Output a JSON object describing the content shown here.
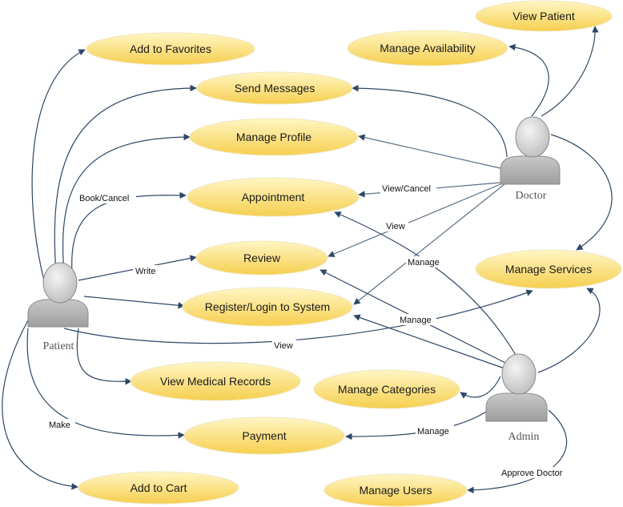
{
  "use_cases": {
    "view_patient": "View Patient",
    "add_to_favorites": "Add to Favorites",
    "manage_availability": "Manage Availability",
    "send_messages": "Send Messages",
    "manage_profile": "Manage Profile",
    "appointment": "Appointment",
    "review": "Review",
    "manage_services": "Manage Services",
    "register_login": "Register/Login to System",
    "view_medical_records": "View Medical Records",
    "manage_categories": "Manage Categories",
    "payment": "Payment",
    "add_to_cart": "Add to Cart",
    "manage_users": "Manage Users"
  },
  "actors": {
    "patient": "Patient",
    "doctor": "Doctor",
    "admin": "Admin"
  },
  "edge_labels": {
    "book_cancel": "Book/Cancel",
    "write": "Write",
    "view_cancel": "View/Cancel",
    "doctor_view": "View",
    "doctor_manage": "Manage",
    "admin_manage_review": "Manage",
    "patient_view_services": "View",
    "make": "Make",
    "admin_manage_payment": "Manage",
    "approve_doctor": "Approve Doctor"
  },
  "colors": {
    "use_case_fill_top": "#fff4b8",
    "use_case_fill_bottom": "#f7d256",
    "actor_fill": "#d9d9d9",
    "actor_body": "#b5b5b5",
    "edge": "#2d4766"
  }
}
